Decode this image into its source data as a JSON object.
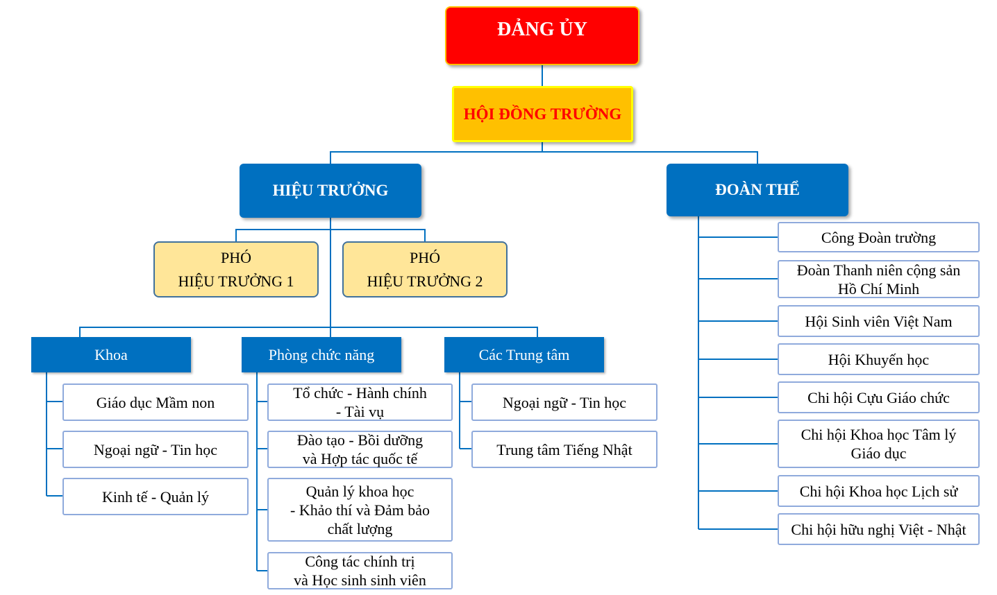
{
  "top": {
    "dang_uy": "ĐẢNG ỦY",
    "hoi_dong": "HỘI ĐỒNG TRƯỜNG"
  },
  "hieu_truong": {
    "title": "HIỆU TRƯỞNG",
    "pho_1": "PHÓ\nHIỆU TRƯỞNG 1",
    "pho_2": "PHÓ\nHIỆU TRƯỞNG 2"
  },
  "khoa": {
    "title": "Khoa",
    "items": [
      "Giáo dục Mầm non",
      "Ngoại ngữ - Tin học",
      "Kinh tế - Quản lý"
    ]
  },
  "phong": {
    "title": "Phòng chức năng",
    "items": [
      "Tổ chức - Hành chính\n- Tài vụ",
      "Đào tạo - Bồi dưỡng\nvà Hợp tác quốc tế",
      "Quản lý khoa học\n- Khảo thí và Đảm bảo\nchất lượng",
      "Công tác chính trị\nvà Học sinh sinh viên"
    ]
  },
  "trung_tam": {
    "title": "Các Trung tâm",
    "items": [
      "Ngoại ngữ - Tin học",
      "Trung tâm Tiếng Nhật"
    ]
  },
  "doan_the": {
    "title": "ĐOÀN THỂ",
    "items": [
      "Công Đoàn trường",
      "Đoàn Thanh niên cộng sản\nHồ Chí Minh",
      "Hội Sinh viên Việt Nam",
      "Hội Khuyến học",
      "Chi hội Cựu Giáo chức",
      "Chi hội Khoa học Tâm lý\nGiáo dục",
      "Chi hội Khoa học Lịch sử",
      "Chi hội hữu nghị Việt - Nhật"
    ]
  },
  "colors": {
    "red": "#ff0000",
    "gold": "#ffc000",
    "blue": "#0070c0",
    "pale_yellow": "#ffe699",
    "line": "#0070c0",
    "item_border": "#8faadc"
  }
}
